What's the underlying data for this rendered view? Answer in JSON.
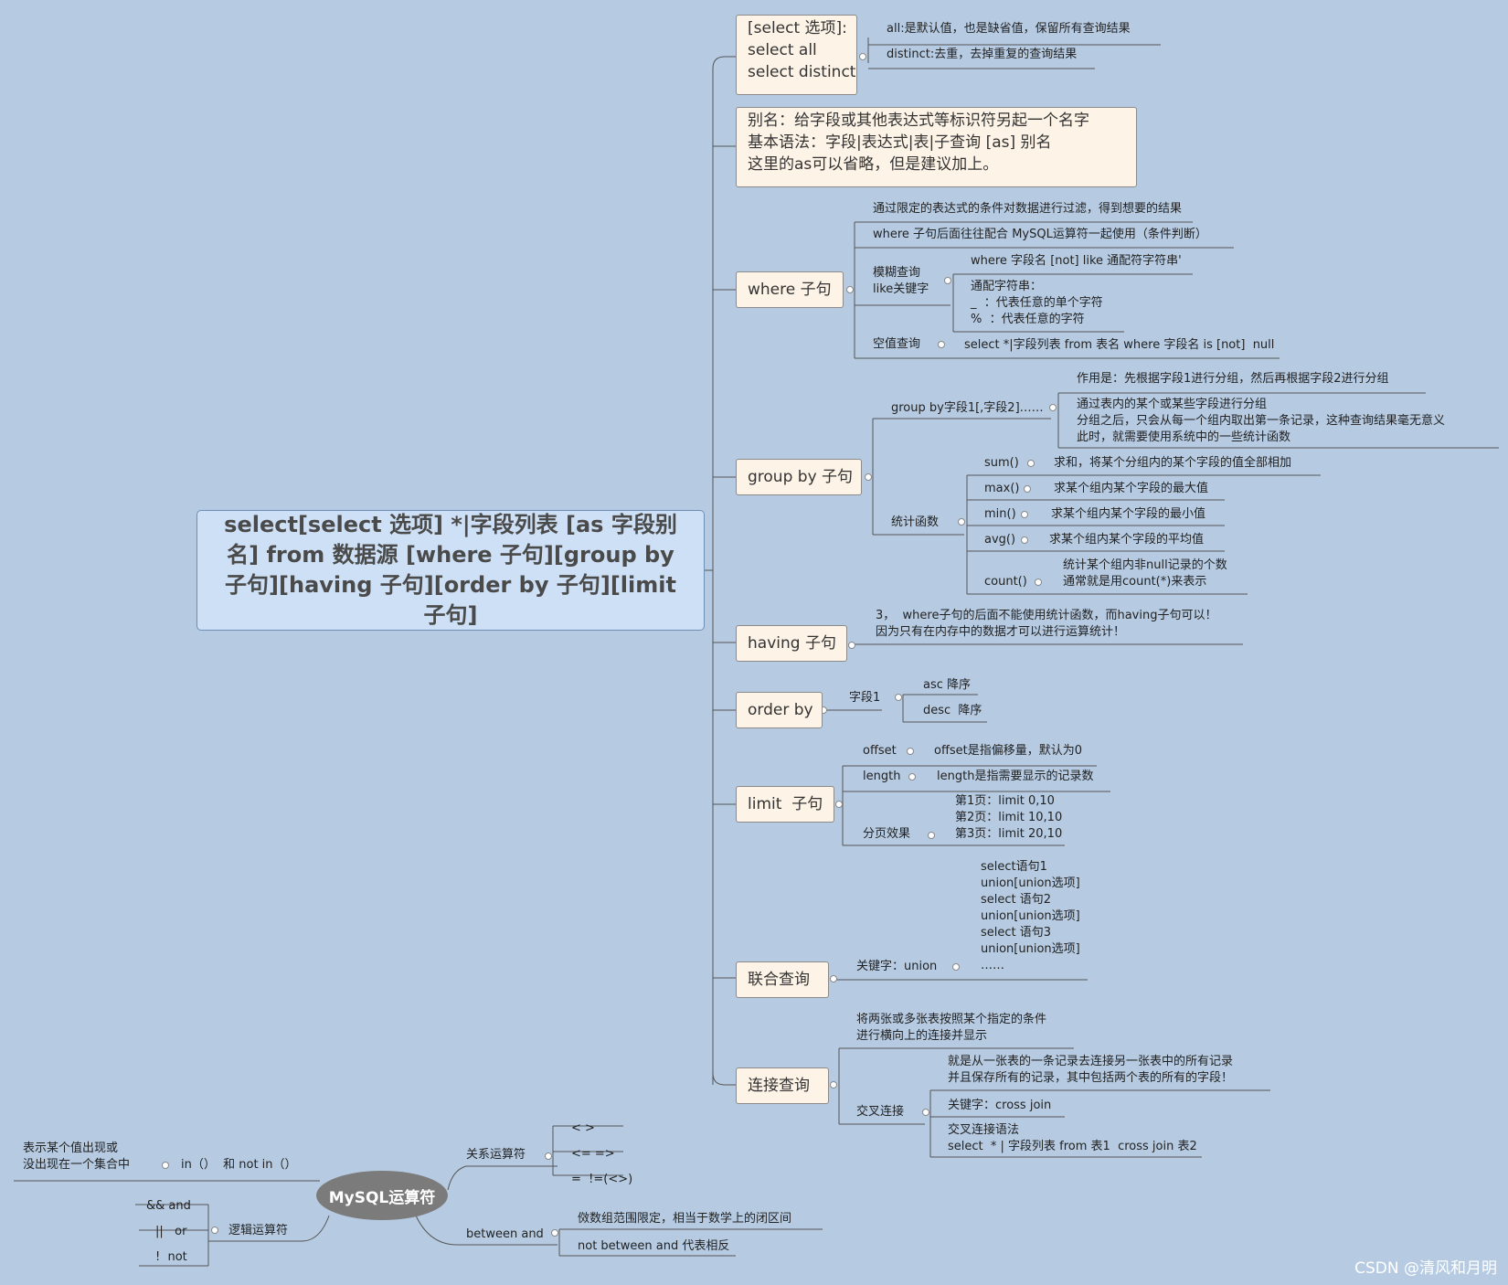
{
  "root": {
    "title": "select[select 选项] *|字段列表 [as 字段别名] from 数据源 [where 子句][group by 子句][having 子句][order by 子句][limit 子句]"
  },
  "select_opt": {
    "box": "[select 选项]:\nselect all\nselect distinct",
    "items": [
      "all:是默认值，也是缺省值，保留所有查询结果",
      "distinct:去重，去掉重复的查询结果"
    ]
  },
  "alias": {
    "box": "别名：给字段或其他表达式等标识符另起一个名字\n基本语法：字段|表达式|表|子查询 [as] 别名\n这里的as可以省略，但是建议加上。"
  },
  "where": {
    "box": "where 子句",
    "desc1": "通过限定的表达式的条件对数据进行过滤，得到想要的结果",
    "desc2": "where 子句后面往往配合 MySQL运算符一起使用（条件判断）",
    "fuzzy_label": "模糊查询\nlike关键字",
    "fuzzy_syntax": "where 字段名 [not] like 通配符字符串'",
    "wildcards": "通配字符串：\n_  ：代表任意的单个字符\n%  ：代表任意的字符",
    "null_label": "空值查询",
    "null_syntax": "select *|字段列表 from 表名 where 字段名 is [not]  null"
  },
  "group": {
    "box": "group by 子句",
    "by_label": "group by字段1[,字段2]……",
    "by_desc1": "作用是：先根据字段1进行分组，然后再根据字段2进行分组",
    "by_desc2": "通过表内的某个或某些字段进行分组\n分组之后，只会从每一个组内取出第一条记录，这种查询结果毫无意义\n此时，就需要使用系统中的一些统计函数",
    "stat_label": "统计函数",
    "funcs": [
      {
        "name": "sum()",
        "desc": "求和，将某个分组内的某个字段的值全部相加"
      },
      {
        "name": "max()",
        "desc": "求某个组内某个字段的最大值"
      },
      {
        "name": "min()",
        "desc": "求某个组内某个字段的最小值"
      },
      {
        "name": "avg()",
        "desc": "求某个组内某个字段的平均值"
      },
      {
        "name": "count()",
        "desc": "统计某个组内非null记录的个数\n通常就是用count(*)来表示"
      }
    ]
  },
  "having": {
    "box": "having 子句",
    "desc": "3，  where子句的后面不能使用统计函数，而having子句可以！\n因为只有在内存中的数据才可以进行运算统计！"
  },
  "order": {
    "box": "order by",
    "field": "字段1",
    "asc": "asc 降序",
    "desc": "desc  降序"
  },
  "limit": {
    "box": "limit  子句",
    "offset": "offset",
    "offset_desc": "offset是指偏移量，默认为0",
    "length": "length",
    "length_desc": "length是指需要显示的记录数",
    "paging": "分页效果",
    "paging_desc": "第1页：limit 0,10\n第2页：limit 10,10\n第3页：limit 20,10"
  },
  "union": {
    "box": "联合查询",
    "keyword": "关键字：union",
    "desc": "select语句1\nunion[union选项]\nselect 语句2\nunion[union选项]\nselect 语句3\nunion[union选项]\n……"
  },
  "join": {
    "box": "连接查询",
    "desc": "将两张或多张表按照某个指定的条件\n进行横向上的连接并显示",
    "cross": "交叉连接",
    "cross_desc": "就是从一张表的一条记录去连接另一张表中的所有记录\n并且保存所有的记录，其中包括两个表的所有的字段！",
    "cross_kw": "关键字：cross join",
    "cross_syntax": "交叉连接语法\nselect  * | 字段列表 from 表1  cross join 表2"
  },
  "ops": {
    "title": "MySQL运算符",
    "relation": "关系运算符",
    "rel_items": [
      "< >",
      "<= =>",
      "=  !=(<>)"
    ],
    "in_label": "in（）  和 not in（）",
    "in_desc": "表示某个值出现或\n没出现在一个集合中",
    "logic": "逻辑运算符",
    "logic_items": [
      "&& and",
      "||   or",
      "!  not"
    ],
    "between": "between and",
    "between_items": [
      "傚数组范围限定，相当于数学上的闭区间",
      "not between and 代表相反"
    ]
  },
  "watermark": "CSDN @清风和月明",
  "colors": {
    "background": "#b6cbe2",
    "node": "#fdf3e6",
    "root": "#cde0f6",
    "line": "#555555"
  }
}
